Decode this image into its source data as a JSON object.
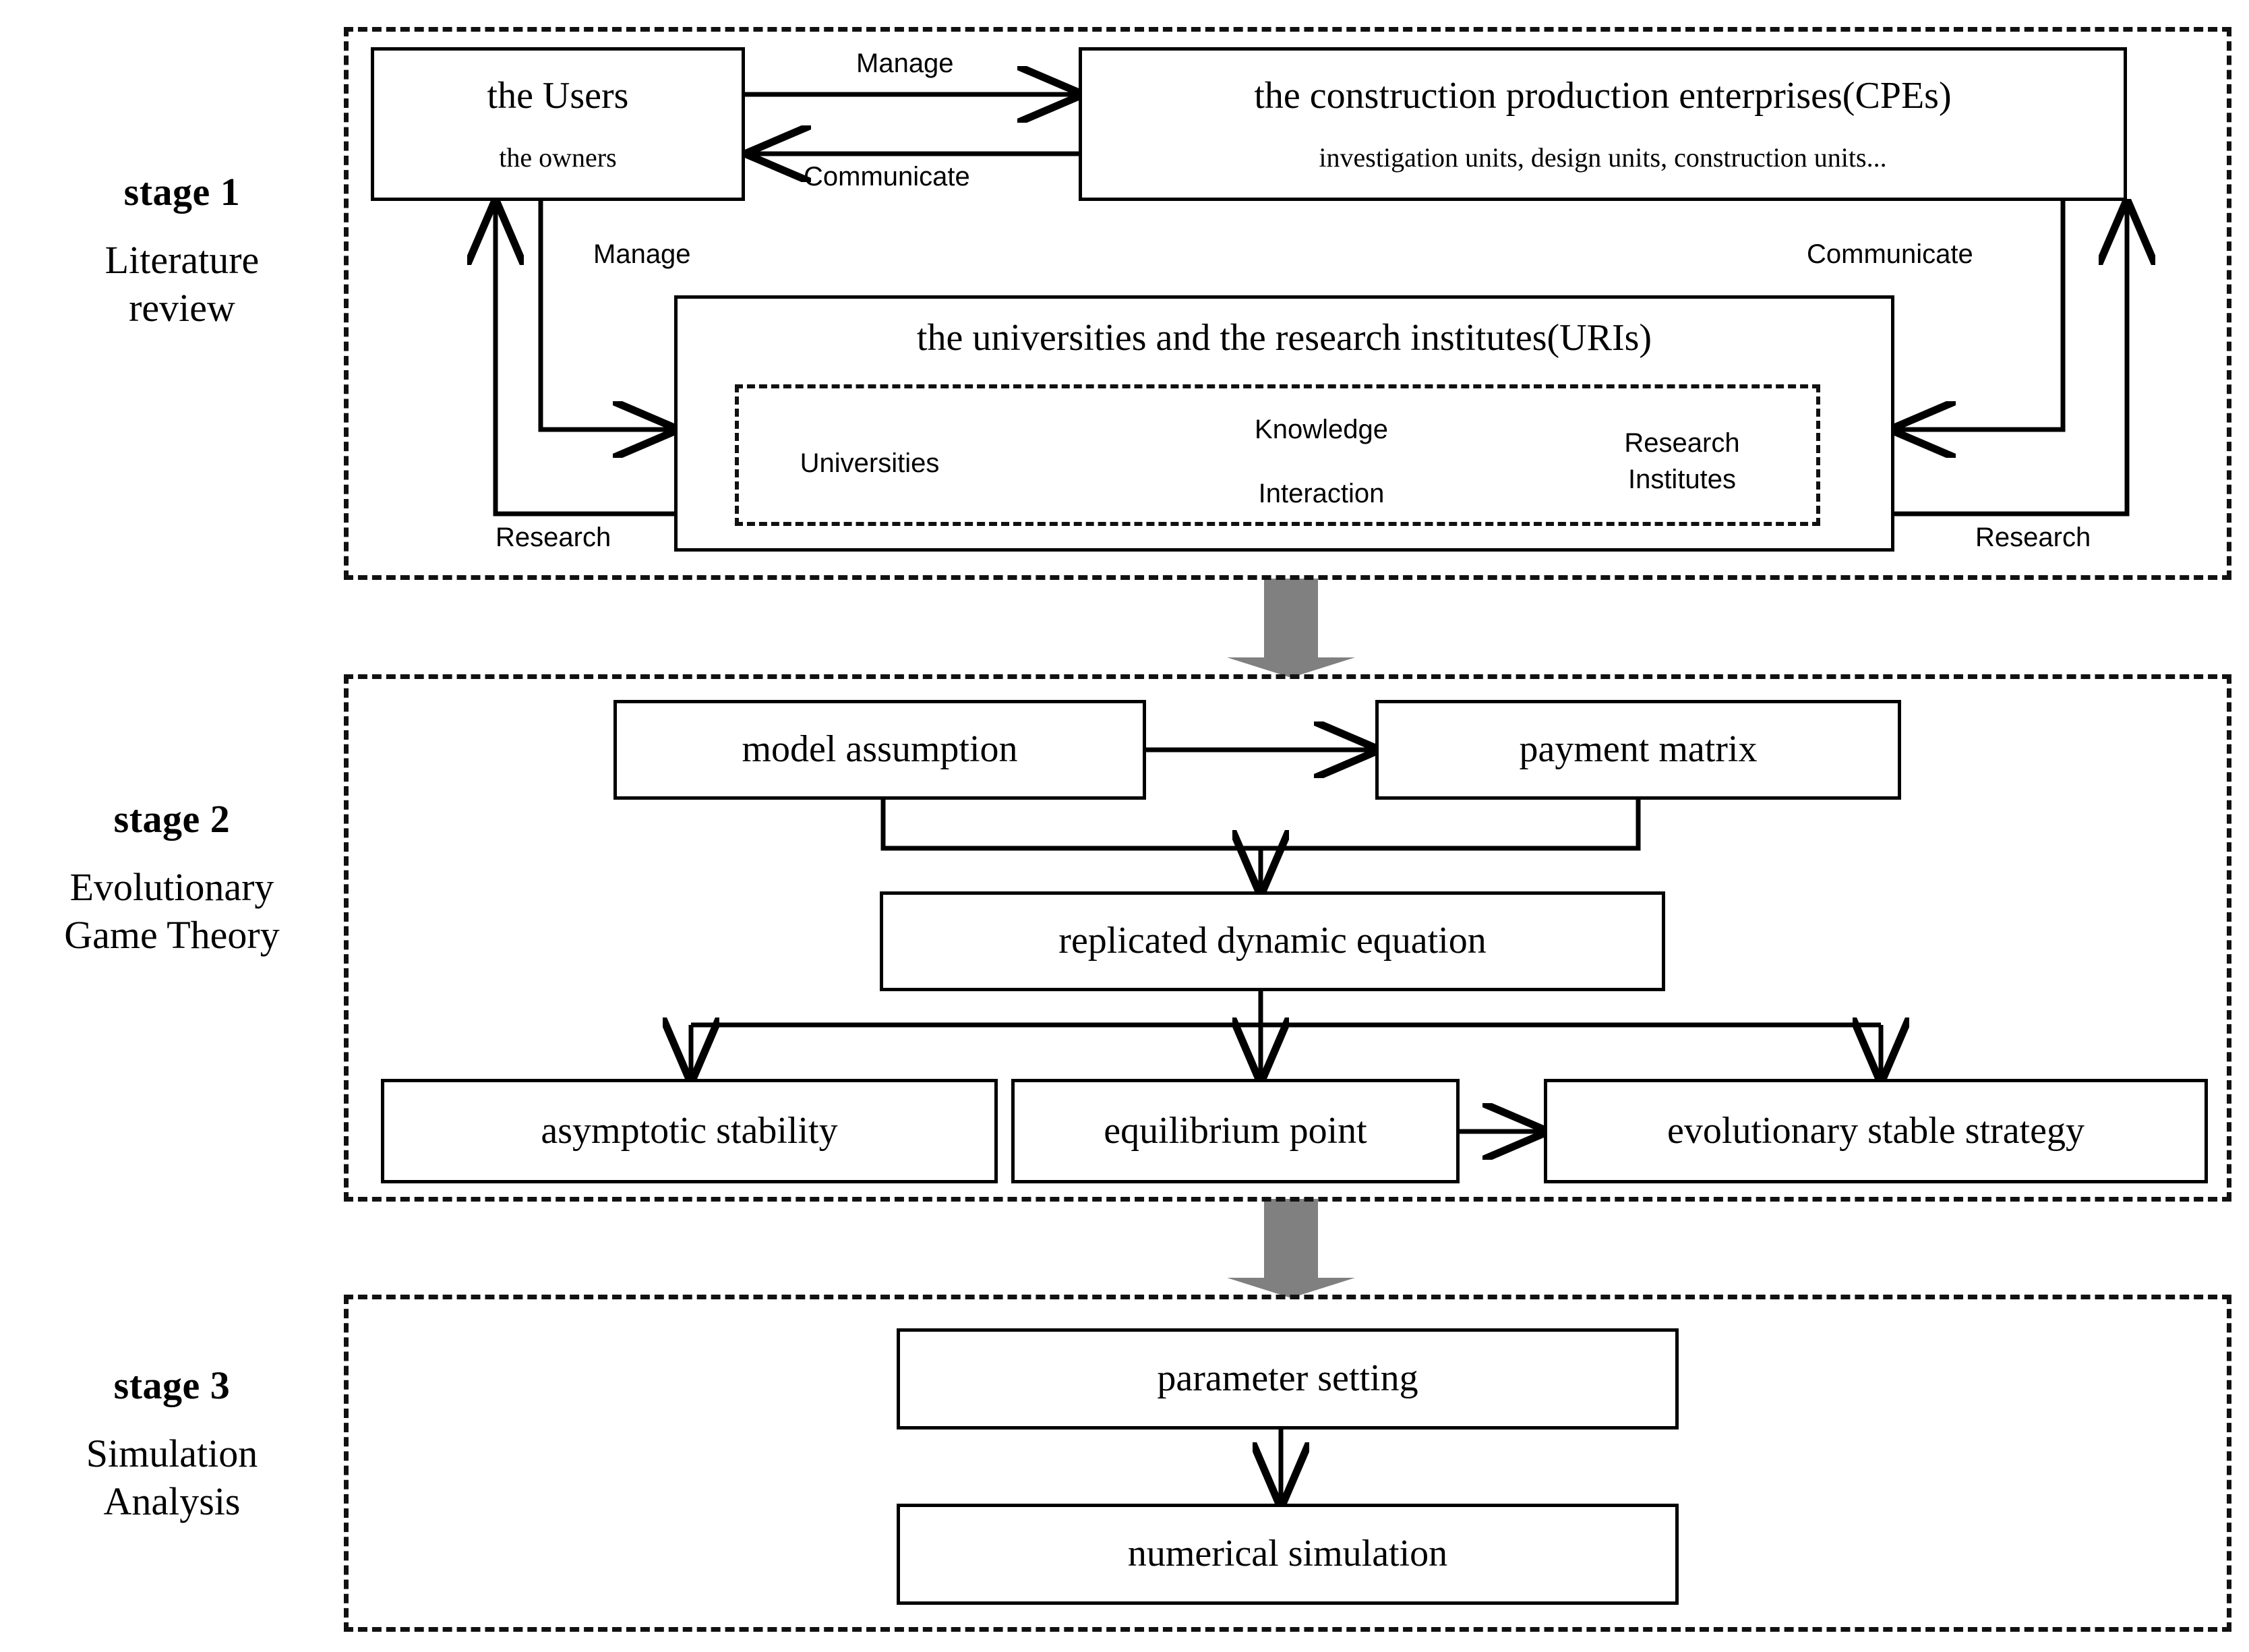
{
  "figure": {
    "type": "flowchart",
    "background": "#ffffff",
    "line_color": "#000000",
    "stage_arrow_color": "#808080"
  },
  "stages": [
    {
      "id": "stage1",
      "number": "stage 1",
      "description_line1": "Literature",
      "description_line2": "review"
    },
    {
      "id": "stage2",
      "number": "stage 2",
      "description_line1": "Evolutionary",
      "description_line2": "Game Theory"
    },
    {
      "id": "stage3",
      "number": "stage 3",
      "description_line1": "Simulation",
      "description_line2": "Analysis"
    }
  ],
  "stage1": {
    "users_box": {
      "title": "the Users",
      "subtitle": "the owners"
    },
    "cpe_box": {
      "title": "the construction production enterprises(CPEs)",
      "subtitle": "investigation units,  design units, construction units..."
    },
    "uri_box": {
      "title": "the universities and the research institutes(URIs)",
      "left_node": "Universities",
      "right_node_line1": "Research",
      "right_node_line2": "Institutes",
      "interaction_top": "Knowledge",
      "interaction_bottom": "Interaction"
    },
    "edges": {
      "users_to_cpe": "Manage",
      "cpe_to_users": "Communicate",
      "users_to_uri": "Manage",
      "uri_to_users": "Research",
      "cpe_to_uri": "Communicate",
      "uri_to_cpe": "Research"
    }
  },
  "stage2": {
    "boxes": {
      "model_assumption": "model assumption",
      "payment_matrix": "payment matrix",
      "replicated_dynamic_equation": "replicated dynamic equation",
      "asymptotic_stability": "asymptotic stability",
      "equilibrium_point": "equilibrium point",
      "evolutionary_stable_strategy": "evolutionary stable strategy"
    }
  },
  "stage3": {
    "boxes": {
      "parameter_setting": "parameter setting",
      "numerical_simulation": "numerical simulation"
    }
  }
}
